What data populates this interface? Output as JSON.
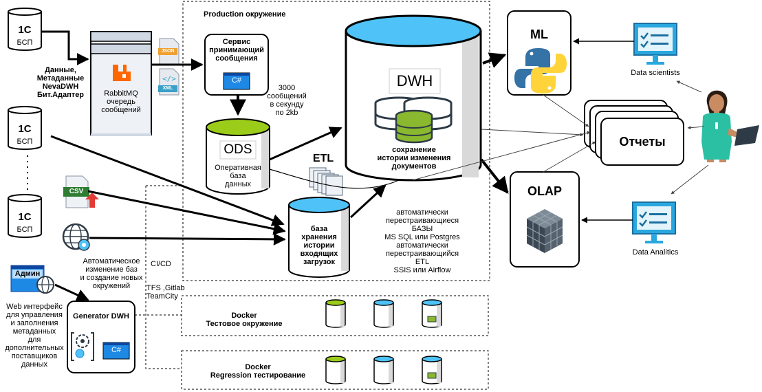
{
  "onec_label": "1C",
  "bsp_label": "БСП",
  "data_labels": [
    "Данные,",
    "Метаданные",
    "NevaDWH",
    "Бит.Адаптер"
  ],
  "rabbitmq": [
    "RabbitMQ",
    "очередь",
    "сообщений"
  ],
  "file_tags": {
    "json": "JSON",
    "xml": "XML",
    "csv": "CSV"
  },
  "production_title": "Production окружение",
  "service": [
    "Сервис",
    "принимающий",
    "сообщения"
  ],
  "csharp_label": "C#",
  "rate": [
    "3000",
    "сообщений",
    "в секунду",
    "по 2kb"
  ],
  "ods": {
    "title": "ODS",
    "desc": [
      "Оперативная",
      "база",
      "данных"
    ]
  },
  "etl_label": "ETL",
  "dwh": {
    "title": "DWH",
    "desc": [
      "сохранение",
      "истории изменения",
      "документов"
    ]
  },
  "staging": [
    "база",
    "хранения",
    "истории",
    "входящих",
    "загрузок"
  ],
  "auto_notes": [
    "автоматически",
    "перестраивающиеся",
    "БАЗЫ",
    "MS SQL или Postgres",
    "автоматически",
    "перестраивающийся",
    "ETL",
    "SSIS или Airflow"
  ],
  "auto_change": [
    "Автоматическое",
    "изменение баз",
    "и создание новых",
    "окружений"
  ],
  "cicd": "CI/CD",
  "tfs": [
    "TFS ,Gitlab",
    "TeamCity"
  ],
  "admin_label": "Админ",
  "web_ui": [
    "Web интерфейс",
    "для управления",
    "и заполнения",
    "метаданных",
    "для",
    "дополнительных",
    "поставщиков",
    "данных"
  ],
  "generator": "Generator DWH",
  "docker_test": [
    "Docker",
    "Тестовое окружение"
  ],
  "docker_regression": [
    "Docker",
    "Regression тестирование"
  ],
  "ml": "ML",
  "reports": "Отчеты",
  "olap": "OLAP",
  "data_scientists": "Data scientists",
  "data_analitics": "Data Analitics",
  "colors": {
    "cylinder_blue": "#4fc3f7",
    "cylinder_green": "#9ccc1a",
    "rabbit_orange": "#ff6600",
    "csharp_blue": "#1e88e5",
    "person_teal": "#2bbfa4",
    "monitor_blue": "#29a8e0"
  },
  "icons": [
    "rabbitmq-icon",
    "csharp-icon",
    "python-icon",
    "olap-cube-icon",
    "monitor-checklist-icon",
    "person-icon",
    "globe-gear-icon",
    "gear-icon",
    "csv-file-icon",
    "json-file-icon",
    "xml-file-icon",
    "etl-documents-icon"
  ]
}
